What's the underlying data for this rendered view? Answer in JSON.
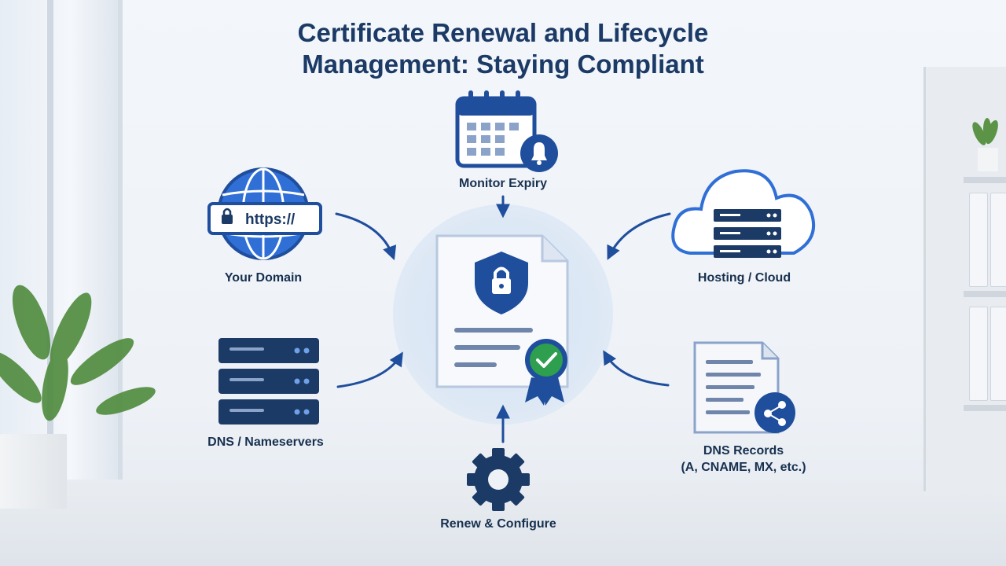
{
  "title": {
    "line1": "Certificate Renewal and Lifecycle",
    "line2": "Management: Staying Compliant"
  },
  "nodes": {
    "monitor": {
      "label": "Monitor Expiry",
      "icon": "calendar-bell-icon"
    },
    "domain": {
      "label": "Your Domain",
      "url_text": "https://",
      "icon": "globe-icon"
    },
    "hosting": {
      "label": "Hosting / Cloud",
      "icon": "cloud-server-icon"
    },
    "dns_servers": {
      "label": "DNS / Nameservers",
      "icon": "server-stack-icon"
    },
    "dns_records": {
      "label": "DNS Records",
      "sublabel": "(A, CNAME, MX, etc.)",
      "icon": "document-share-icon"
    },
    "renew": {
      "label": "Renew & Configure",
      "icon": "gear-icon"
    },
    "center": {
      "icon": "certificate-shield-icon"
    }
  },
  "colors": {
    "primary": "#1f4e9c",
    "dark": "#1b3a66",
    "accent": "#2f6fd6",
    "check": "#2e9e4f"
  }
}
